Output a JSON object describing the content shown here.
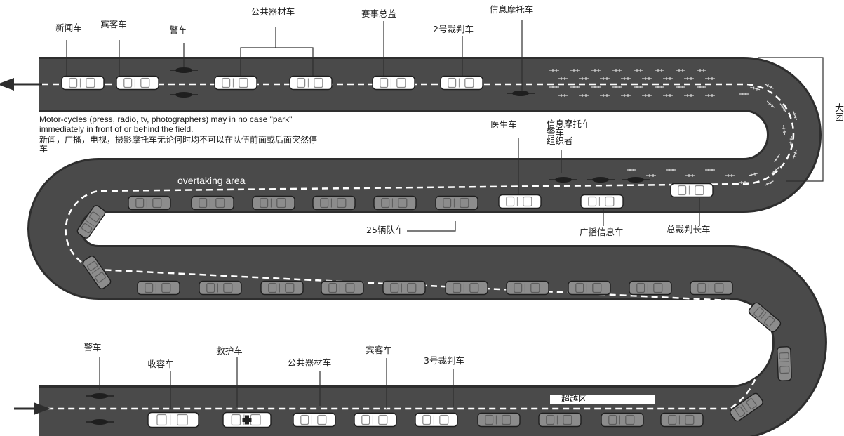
{
  "labels": {
    "press_car": "新闻车",
    "guest_car_top": "宾客车",
    "police_top": "警车",
    "public_equipment_top": "公共器材车",
    "race_director": "赛事总监",
    "referee_2": "2号裁判车",
    "info_moto_top": "信息摩托车",
    "doctor_car": "医生车",
    "info_moto_group": "信息摩托车\n警车\n组织者",
    "team_cars": "25辆队车",
    "radio_info_car": "广播信息车",
    "chief_referee": "总裁判长车",
    "police_bottom": "警车",
    "broom_wagon": "收容车",
    "ambulance": "救护车",
    "public_equipment_bottom": "公共器材车",
    "guest_car_bottom": "宾客车",
    "referee_3": "3号裁判车",
    "main_group": "大团",
    "overtaking_zone": "超越区"
  },
  "notes": {
    "english": "Motor-cycles (press, radio, tv, photographers) may in no case \"park\" immediately in front of or behind the field.",
    "chinese": "新闻，广播，电视，摄影摩托车无论何时均不可以在队伍前面或后面突然停车"
  },
  "road_text": {
    "overtaking_upper": "overtaking area",
    "overtaking_lower": "overtaking area"
  },
  "colors": {
    "road": "#4a4a4a",
    "road_edge": "#2e2e2e",
    "lane_line": "#ffffff",
    "team_car": "#8c8c8c",
    "official_car": "#ffffff"
  }
}
